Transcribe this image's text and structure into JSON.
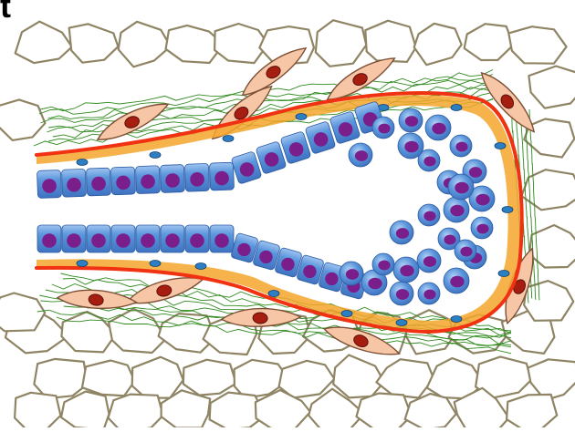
{
  "panel_label": "t",
  "colors": {
    "background": "#ffffff",
    "stromal_cell_outline": "#8f8565",
    "collagen_fiber": "#2f8a1e",
    "basement_membrane": "#f03212",
    "myoepithelial_layer": "#f4a62b",
    "epithelial_cell_fill": "#5b96dc",
    "epithelial_cell_highlight": "#9ec3f0",
    "nucleus": "#7a1e8c",
    "fibroblast_body": "#f7c6a6",
    "fibroblast_outline": "#7d4f34",
    "fibroblast_nucleus": "#a51e10",
    "myoepithelial_nucleus": "#2d7fc4"
  },
  "components": [
    "stromal-cells",
    "collagen-fibers",
    "fibroblasts",
    "basement-membrane",
    "myoepithelial-layer",
    "luminal-epithelial-cells",
    "terminal-end-bud"
  ]
}
